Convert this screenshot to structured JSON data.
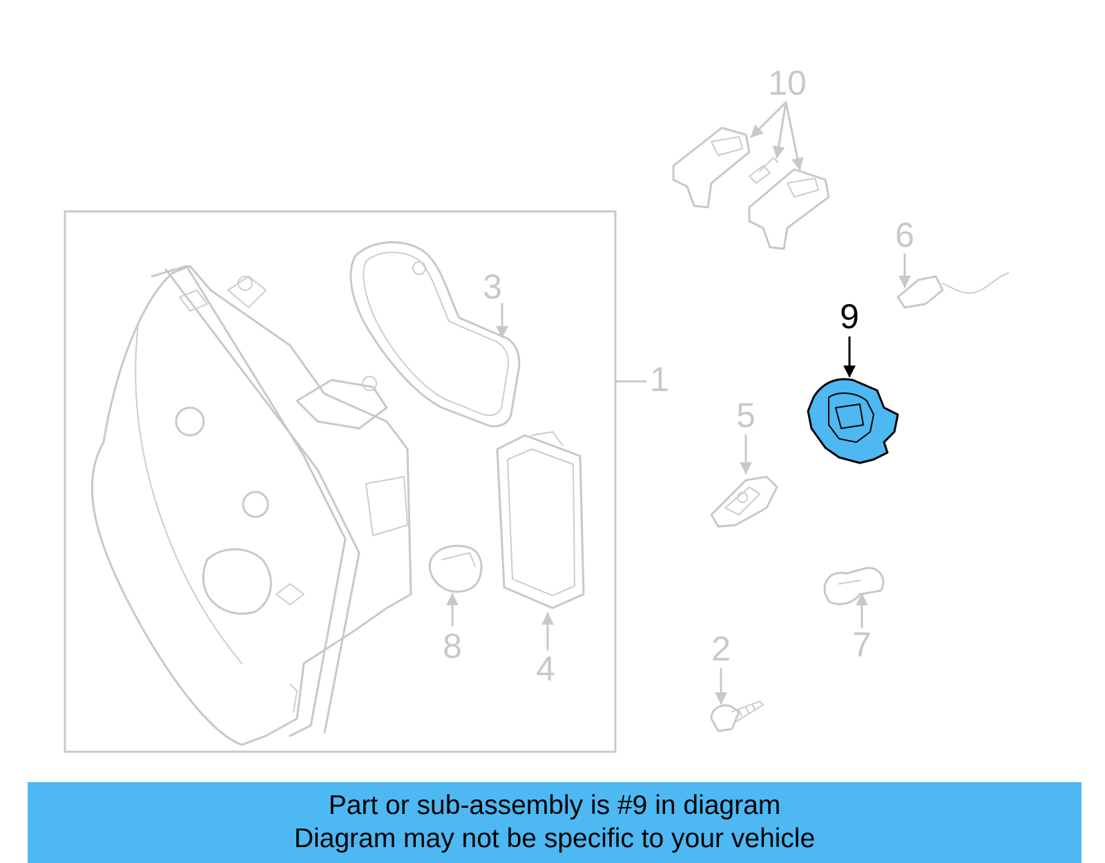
{
  "diagram": {
    "callouts": [
      {
        "id": "1",
        "label": "1"
      },
      {
        "id": "2",
        "label": "2"
      },
      {
        "id": "3",
        "label": "3"
      },
      {
        "id": "4",
        "label": "4"
      },
      {
        "id": "5",
        "label": "5"
      },
      {
        "id": "6",
        "label": "6"
      },
      {
        "id": "7",
        "label": "7"
      },
      {
        "id": "8",
        "label": "8"
      },
      {
        "id": "9",
        "label": "9"
      },
      {
        "id": "10",
        "label": "10"
      }
    ],
    "highlighted_part": "9",
    "colors": {
      "part_lines": "#c8c8c8",
      "highlight_fill": "#4db8f2",
      "highlight_stroke": "#000000",
      "banner": "#4db8f2"
    }
  },
  "footer": {
    "line1": "Part or sub-assembly is #9 in diagram",
    "line2": "Diagram may not be specific to your vehicle"
  }
}
